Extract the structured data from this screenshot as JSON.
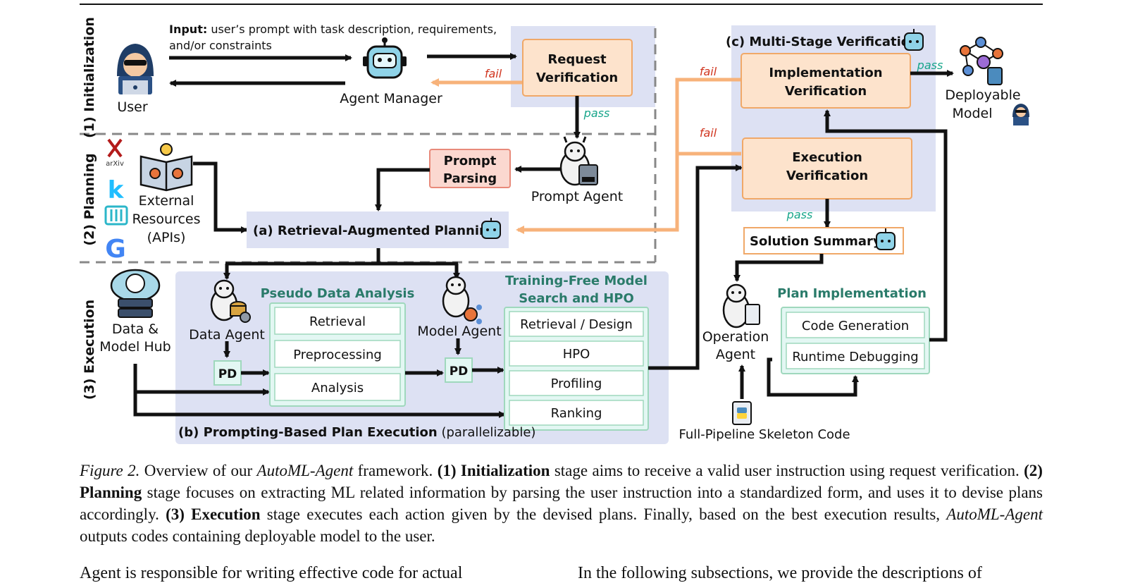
{
  "stages": {
    "init": "(1) Initialization",
    "planning": "(2) Planning",
    "execution": "(3) Execution"
  },
  "input": {
    "bold": "Input:",
    "line1": " user’s prompt with task description, requirements,",
    "line2": "and/or constraints"
  },
  "user_label": "User",
  "agent_manager_label": "Agent Manager",
  "request_verification": [
    "Request",
    "Verification"
  ],
  "prompt_parsing": [
    "Prompt",
    "Parsing"
  ],
  "prompt_agent_label": "Prompt Agent",
  "external_resources": [
    "External",
    "Resources",
    "(APIs)"
  ],
  "arxiv_label": "arXiv",
  "kaggle_label": "k",
  "google_label": "G",
  "rap_label": "(a)  Retrieval-Augmented Planning",
  "data_hub": [
    "Data &",
    "Model Hub"
  ],
  "data_agent_label": "Data Agent",
  "model_agent_label": "Model Agent",
  "pd_label": "PD",
  "pseudo": {
    "title": "Pseudo Data Analysis",
    "items": [
      "Retrieval",
      "Preprocessing",
      "Analysis"
    ]
  },
  "training_free": {
    "title": [
      "Training-Free Model",
      "Search and HPO"
    ],
    "items": [
      "Retrieval / Design",
      "HPO",
      "Profiling",
      "Ranking"
    ]
  },
  "plan_exec": {
    "bold": "(b) Prompting-Based Plan Execution",
    "normal": " (parallelizable)"
  },
  "msv_title": "(c) Multi-Stage Verification",
  "implementation_verification": [
    "Implementation",
    "Verification"
  ],
  "execution_verification": [
    "Execution",
    "Verification"
  ],
  "deployable_model": [
    "Deployable",
    "Model"
  ],
  "solution_summary": "Solution Summary",
  "operation_agent": [
    "Operation",
    "Agent"
  ],
  "plan_impl": {
    "title": "Plan Implementation",
    "items": [
      "Code Generation",
      "Runtime Debugging"
    ]
  },
  "skeleton_label": "Full-Pipeline Skeleton Code",
  "edge_labels": {
    "fail": "fail",
    "pass": "pass"
  },
  "caption": {
    "figure": "Figure 2.",
    "t1": " Overview of our ",
    "name": "AutoML-Agent",
    "t2": " framework.  ",
    "b1": "(1) Initialization",
    "t3": " stage aims to receive a valid user instruction using request verification. ",
    "b2": "(2) Planning",
    "t4": " stage focuses on extracting ML related information by parsing the user instruction into a standardized form, and uses it to devise plans accordingly. ",
    "b3": "(3) Execution",
    "t5": " stage executes each action given by the devised plans. Finally, based on the best execution results, ",
    "name2": "AutoML-Agent",
    "t6": " outputs codes containing deployable model to the user."
  },
  "body_text": {
    "left": "Agent is responsible for writing effective code for actual",
    "right": "In the following subsections, we provide the descriptions of"
  },
  "colors": {
    "blue_region": "#dde1f3",
    "orange_fill": "#fde3cc",
    "orange_stroke": "#f0a868",
    "orange_arrow": "#f7b27a",
    "pink_fill": "#fbd8d0",
    "pink_stroke": "#e88a7a",
    "green_stroke": "#9fd8bd",
    "green_text": "#2a7b6a",
    "teal_text": "#17a58a",
    "fail_text": "#d0341e",
    "dark": "#111111",
    "dashed": "#888888"
  }
}
